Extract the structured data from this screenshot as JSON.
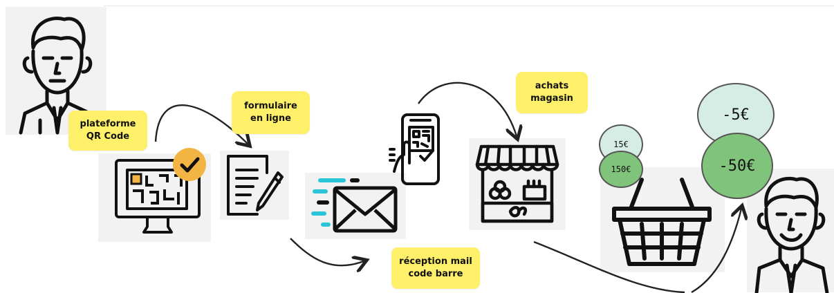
{
  "labels": {
    "plateforme_line1": "plateforme",
    "plateforme_line2": "QR Code",
    "formulaire_line1": "formulaire",
    "formulaire_line2": "en ligne",
    "reception_line1": "réception mail",
    "reception_line2": "code barre",
    "achats_line1": "achats",
    "achats_line2": "magasin"
  },
  "coins": {
    "small_top": "15€",
    "small_bottom": "150€",
    "big_top": "-5€",
    "big_bottom": "-50€"
  },
  "colors": {
    "label_bg": "#fff06a",
    "coin_light": "#d6ede6",
    "coin_green": "#7fc47a",
    "check_badge": "#f2b443",
    "panel_bg": "#f2f2f2"
  },
  "icons": [
    "person-icon",
    "monitor-qr-icon",
    "checkmark-icon",
    "document-pen-icon",
    "envelope-icon",
    "phone-qr-icon",
    "shop-stall-icon",
    "basket-icon",
    "smiling-person-icon"
  ]
}
